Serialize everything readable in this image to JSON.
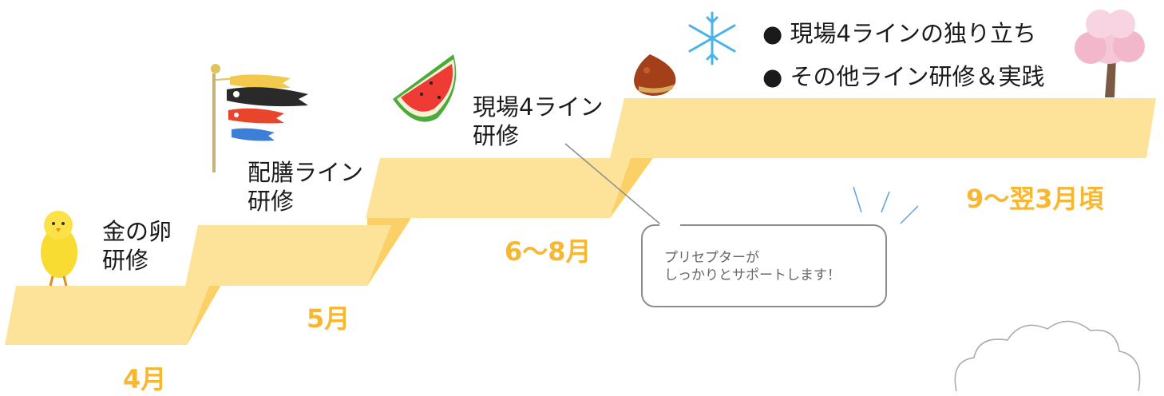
{
  "steps": [
    {
      "label_lines": [
        "金の卵",
        "研修"
      ],
      "month": "4月"
    },
    {
      "label_lines": [
        "配膳ライン",
        "研修"
      ],
      "month": "5月"
    },
    {
      "label_lines": [
        "現場4ライン",
        "研修"
      ],
      "month": "6〜8月"
    },
    {
      "bullets": [
        "現場4ラインの独り立ち",
        "その他ライン研修＆実践"
      ],
      "month": "9〜翌3月頃"
    }
  ],
  "bubble": {
    "lines": [
      "プリセプターが",
      "しっかりとサポートします！"
    ]
  },
  "bullet_mark": "●",
  "colors": {
    "step": "#fde39a",
    "step_shadow": "#fbd067",
    "month": "#f7b731",
    "bubble_border": "#8c8c8c"
  },
  "icons": [
    "chick-icon",
    "koinobori-icon",
    "watermelon-icon",
    "chestnut-icon",
    "snowflake-icon",
    "cherry-tree-icon",
    "cloud-icon"
  ]
}
